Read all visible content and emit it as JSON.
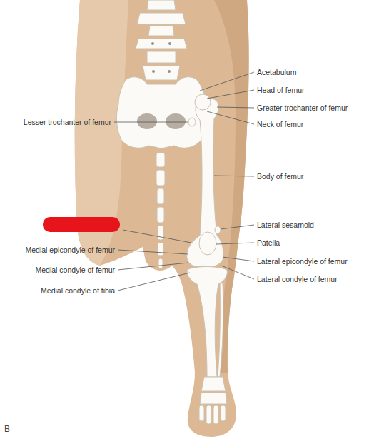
{
  "diagram": {
    "labels": [
      "Acetabulum",
      "Head of femur",
      "Greater trochanter of femur",
      "Lesser trochanter of femur",
      "Neck of femur",
      "Body of femur",
      "Lateral sesamoid",
      "Patella",
      "Medial epicondyle of femur",
      "Lateral epicondyle of femur",
      "Medial condyle of femur",
      "Lateral condyle of femur",
      "Medial condyle of tibia",
      "B"
    ]
  }
}
